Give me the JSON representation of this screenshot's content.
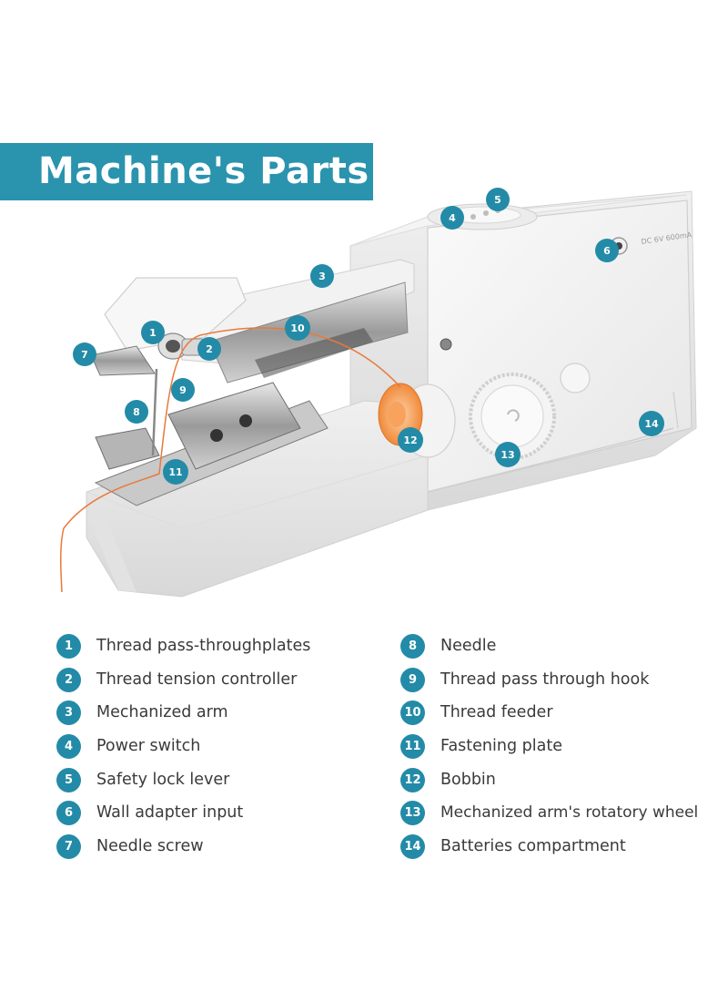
{
  "title": "Machine's Parts",
  "colors": {
    "accent": "#2a93ad",
    "callout": "#238ba7",
    "thread": "#e87a3c",
    "text": "#3a3a3a"
  },
  "machine_label": "DC 6V 600mA",
  "parts": [
    {
      "number": "1",
      "label": "Thread pass-throughplates"
    },
    {
      "number": "2",
      "label": "Thread tension controller"
    },
    {
      "number": "3",
      "label": "Mechanized arm"
    },
    {
      "number": "4",
      "label": "Power switch"
    },
    {
      "number": "5",
      "label": "Safety lock lever"
    },
    {
      "number": "6",
      "label": "Wall adapter input"
    },
    {
      "number": "7",
      "label": "Needle screw"
    },
    {
      "number": "8",
      "label": "Needle"
    },
    {
      "number": "9",
      "label": "Thread pass through hook"
    },
    {
      "number": "10",
      "label": "Thread feeder"
    },
    {
      "number": "11",
      "label": "Fastening plate"
    },
    {
      "number": "12",
      "label": "Bobbin"
    },
    {
      "number": "13",
      "label": "Mechanized arm's rotatory wheel"
    },
    {
      "number": "14",
      "label": "Batteries compartment"
    }
  ]
}
